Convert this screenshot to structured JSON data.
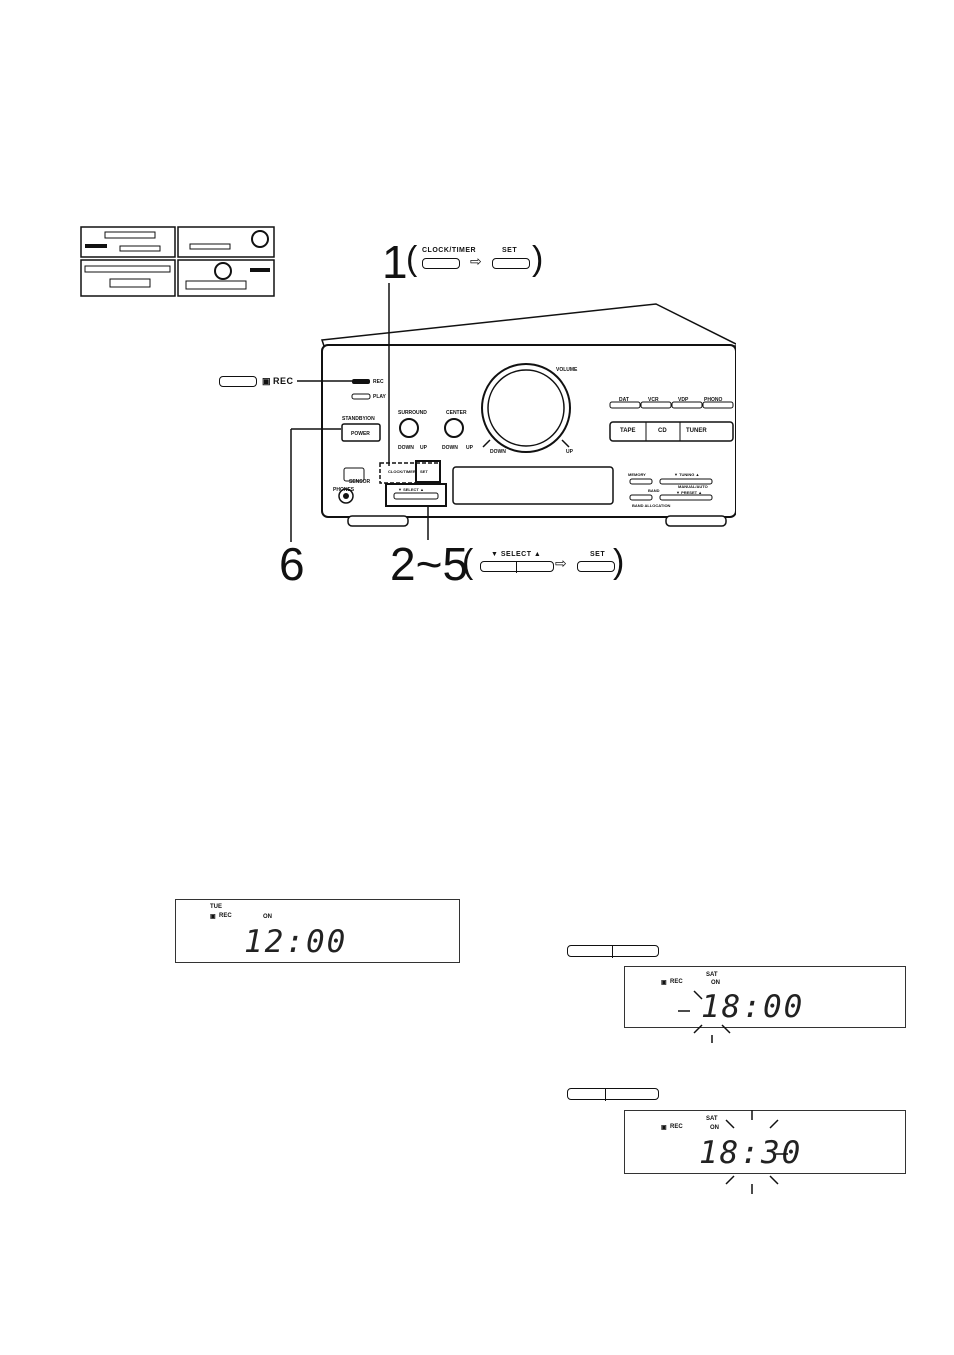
{
  "step_labels": {
    "step1": "1",
    "step2_5": "2~5",
    "step6": "6"
  },
  "callouts": {
    "clock_timer": "CLOCK/TIMER",
    "set": "SET",
    "select": "▼ SELECT ▲",
    "set2": "SET",
    "rec": "REC"
  },
  "unit": {
    "volume": "VOLUME",
    "rec_led": "REC",
    "play_led": "PLAY",
    "standby_on": "STANDBY/ON",
    "power": "POWER",
    "surround": "SURROUND",
    "center": "CENTER",
    "down1": "DOWN",
    "up1": "UP",
    "down2": "DOWN",
    "up2": "UP",
    "vol_down": "DOWN",
    "vol_up": "UP",
    "dat": "DAT",
    "vcr": "VCR",
    "vdp": "VDP",
    "phono": "PHONO",
    "tape": "TAPE",
    "cd": "CD",
    "tuner": "TUNER",
    "sensor": "SENSOR",
    "phones": "PHONES",
    "clock_timer_small": "CLOCK/TIMER",
    "set_small": "SET",
    "select_small": "▼ SELECT ▲",
    "memory": "MEMORY",
    "tuning": "▼ TUNING ▲",
    "manual_auto": "MANUAL/AUTO",
    "band": "BAND",
    "preset": "▼ PRESET ▲",
    "band_allocation": "BAND ALLOCATION"
  },
  "display1": {
    "day": "TUE",
    "rec": "REC",
    "on": "ON",
    "time": "12:00"
  },
  "display2": {
    "day": "SAT",
    "rec": "REC",
    "on": "ON",
    "time": "18:00"
  },
  "display3": {
    "day": "SAT",
    "rec": "REC",
    "on": "ON",
    "time": "18:30"
  }
}
